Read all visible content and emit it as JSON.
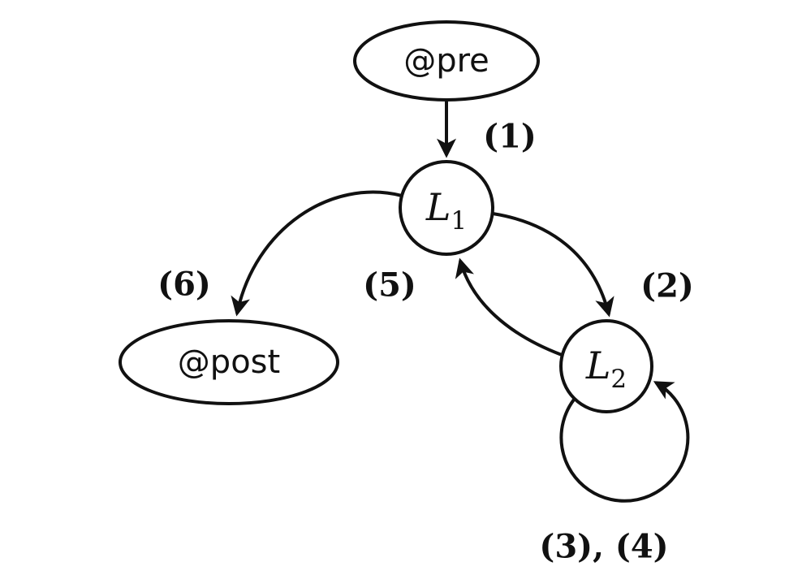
{
  "diagram": {
    "background": "#ffffff",
    "stroke_color": "#111111",
    "nodes": {
      "pre": {
        "label": "@pre",
        "shape": "ellipse"
      },
      "l1": {
        "base": "L",
        "sub": "1",
        "shape": "circle"
      },
      "l2": {
        "base": "L",
        "sub": "2",
        "shape": "circle"
      },
      "post": {
        "label": "@post",
        "shape": "ellipse"
      }
    },
    "edges": {
      "pre_to_l1": {
        "from": "pre",
        "to": "l1",
        "label": "(1)"
      },
      "l1_to_l2": {
        "from": "l1",
        "to": "l2",
        "label": "(2)"
      },
      "l2_self": {
        "from": "l2",
        "to": "l2",
        "label": "(3), (4)"
      },
      "l2_to_l1": {
        "from": "l2",
        "to": "l1",
        "label": "(5)"
      },
      "l1_to_post": {
        "from": "l1",
        "to": "post",
        "label": "(6)"
      }
    }
  }
}
